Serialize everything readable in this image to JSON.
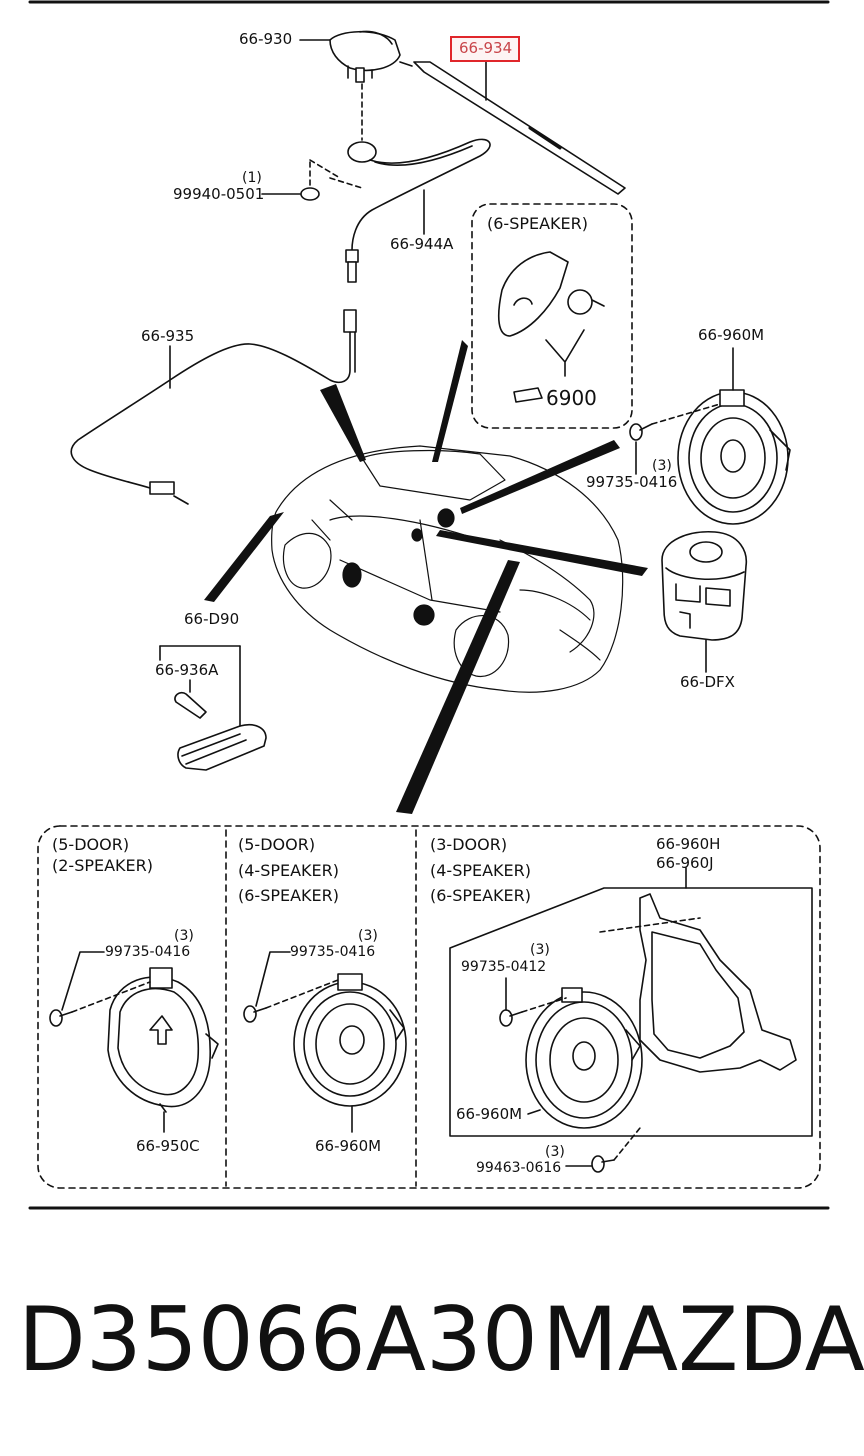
{
  "callouts": {
    "antenna_base": "66-930",
    "antenna_mast": "66-934",
    "screw_qty": "(1)",
    "screw_part": "99940-0501",
    "feeder_cable": "66-944A",
    "six_speaker_title": "(6-SPEAKER)",
    "six_speaker_ref": "6900",
    "cable_main": "66-935",
    "speaker_top": "66-960M",
    "bolt_qty_top": "(3)",
    "bolt_top": "99735-0416",
    "module_dfx": "66-DFX",
    "module_d90": "66-D90",
    "connector_936a": "66-936A"
  },
  "panels": [
    {
      "lines": [
        "(5-DOOR)",
        "(2-SPEAKER)"
      ],
      "bolt_qty": "(3)",
      "bolt": "99735-0416",
      "speaker": "66-950C"
    },
    {
      "lines": [
        "(5-DOOR)",
        "(4-SPEAKER)",
        "(6-SPEAKER)"
      ],
      "bolt_qty": "(3)",
      "bolt": "99735-0416",
      "speaker": "66-960M"
    },
    {
      "lines": [
        "(3-DOOR)",
        "(4-SPEAKER)",
        "(6-SPEAKER)"
      ],
      "bracket_a": "66-960H",
      "bracket_b": "66-960J",
      "bolt_qty": "(3)",
      "bolt": "99735-0412",
      "speaker": "66-960M",
      "screw_qty": "(3)",
      "screw": "99463-0616"
    }
  ],
  "footer": {
    "part_number": "D35066A30",
    "brand": "MAZDA"
  },
  "highlight_color": "#e0262b"
}
